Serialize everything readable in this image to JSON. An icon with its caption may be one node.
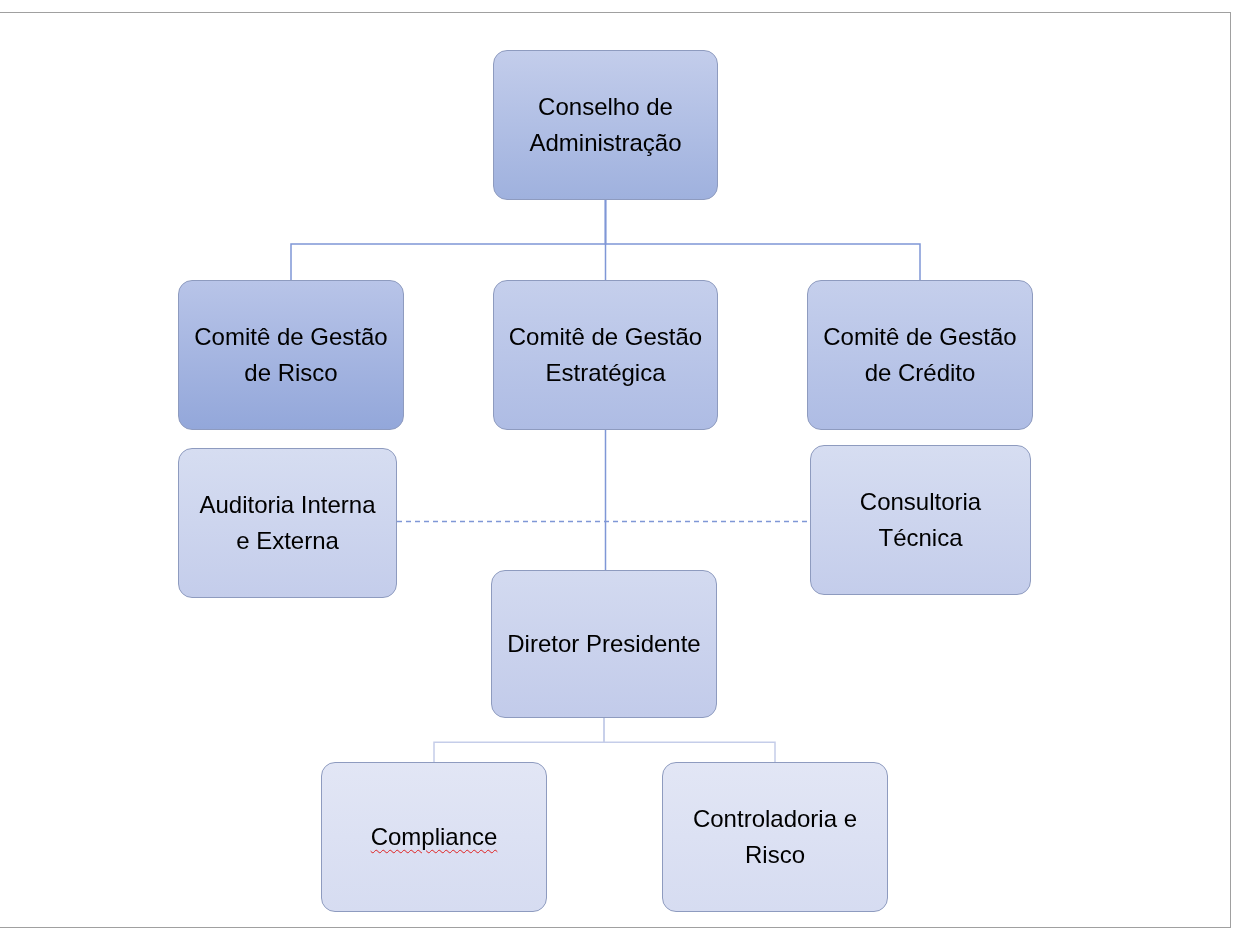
{
  "diagram": {
    "nodes": [
      {
        "text": [
          "Conselho de Administração"
        ]
      },
      {
        "text": [
          "Comitê de Gestão de Risco"
        ]
      },
      {
        "text": [
          "Comitê de Gestão Estratégica"
        ]
      },
      {
        "text": [
          "Comitê de Gestão de Crédito"
        ]
      },
      {
        "text": [
          "Auditoria Interna e Externa"
        ]
      },
      {
        "text": [
          "Consultoria Técnica"
        ]
      },
      {
        "text": [
          "Diretor Presidente"
        ]
      },
      {
        "text": [
          "Compliance"
        ]
      },
      {
        "text": [
          "Controladoria e Risco"
        ]
      }
    ],
    "edges": [
      {
        "from": 0,
        "to": 1,
        "arrow": "none"
      },
      {
        "from": 0,
        "to": 2,
        "arrow": "none"
      },
      {
        "from": 0,
        "to": 3,
        "arrow": "none"
      },
      {
        "from": 2,
        "to": 6,
        "arrow": "none"
      },
      {
        "from": 4,
        "to": 5,
        "arrow": "none",
        "style": "dashed"
      },
      {
        "from": 6,
        "to": 7,
        "arrow": "none",
        "color": "#c5cde9"
      },
      {
        "from": 6,
        "to": 8,
        "arrow": "none",
        "color": "#c5cde9"
      }
    ]
  }
}
